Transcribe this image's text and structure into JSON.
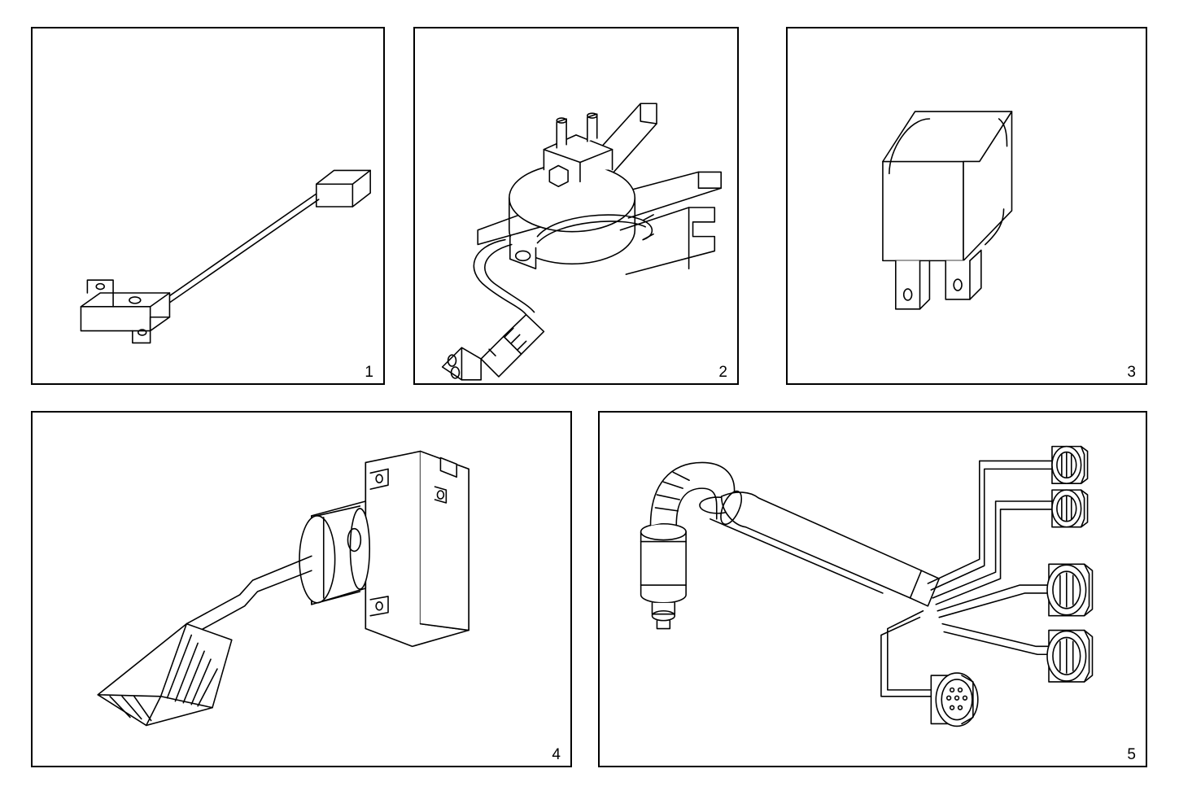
{
  "document": {
    "type": "technical-parts-illustration",
    "title": "",
    "background_color": "#ffffff",
    "line_color": "#000000",
    "panel_count": 5
  },
  "panels": [
    {
      "number": "1",
      "part_name": "accelerator-pedal-position-sensor-with-lead",
      "description": "Bracket-mounted sensor module with single wire lead terminating in a rectangular connector"
    },
    {
      "number": "2",
      "part_name": "throttle-valve-actuator-assembly",
      "description": "Throttle actuator body on mounting bracket with curved cable and two-pin plug connector"
    },
    {
      "number": "3",
      "part_name": "relay",
      "description": "Cube-shaped relay with two flat blade terminals"
    },
    {
      "number": "4",
      "part_name": "accelerator-pedal-module",
      "description": "Accelerator pedal with bent arm and mounting bracket housing"
    },
    {
      "number": "5",
      "part_name": "wiring-harness-with-connectors",
      "description": "Wiring harness with cylindrical component, elbow boot and five multi-pin round connectors"
    }
  ]
}
